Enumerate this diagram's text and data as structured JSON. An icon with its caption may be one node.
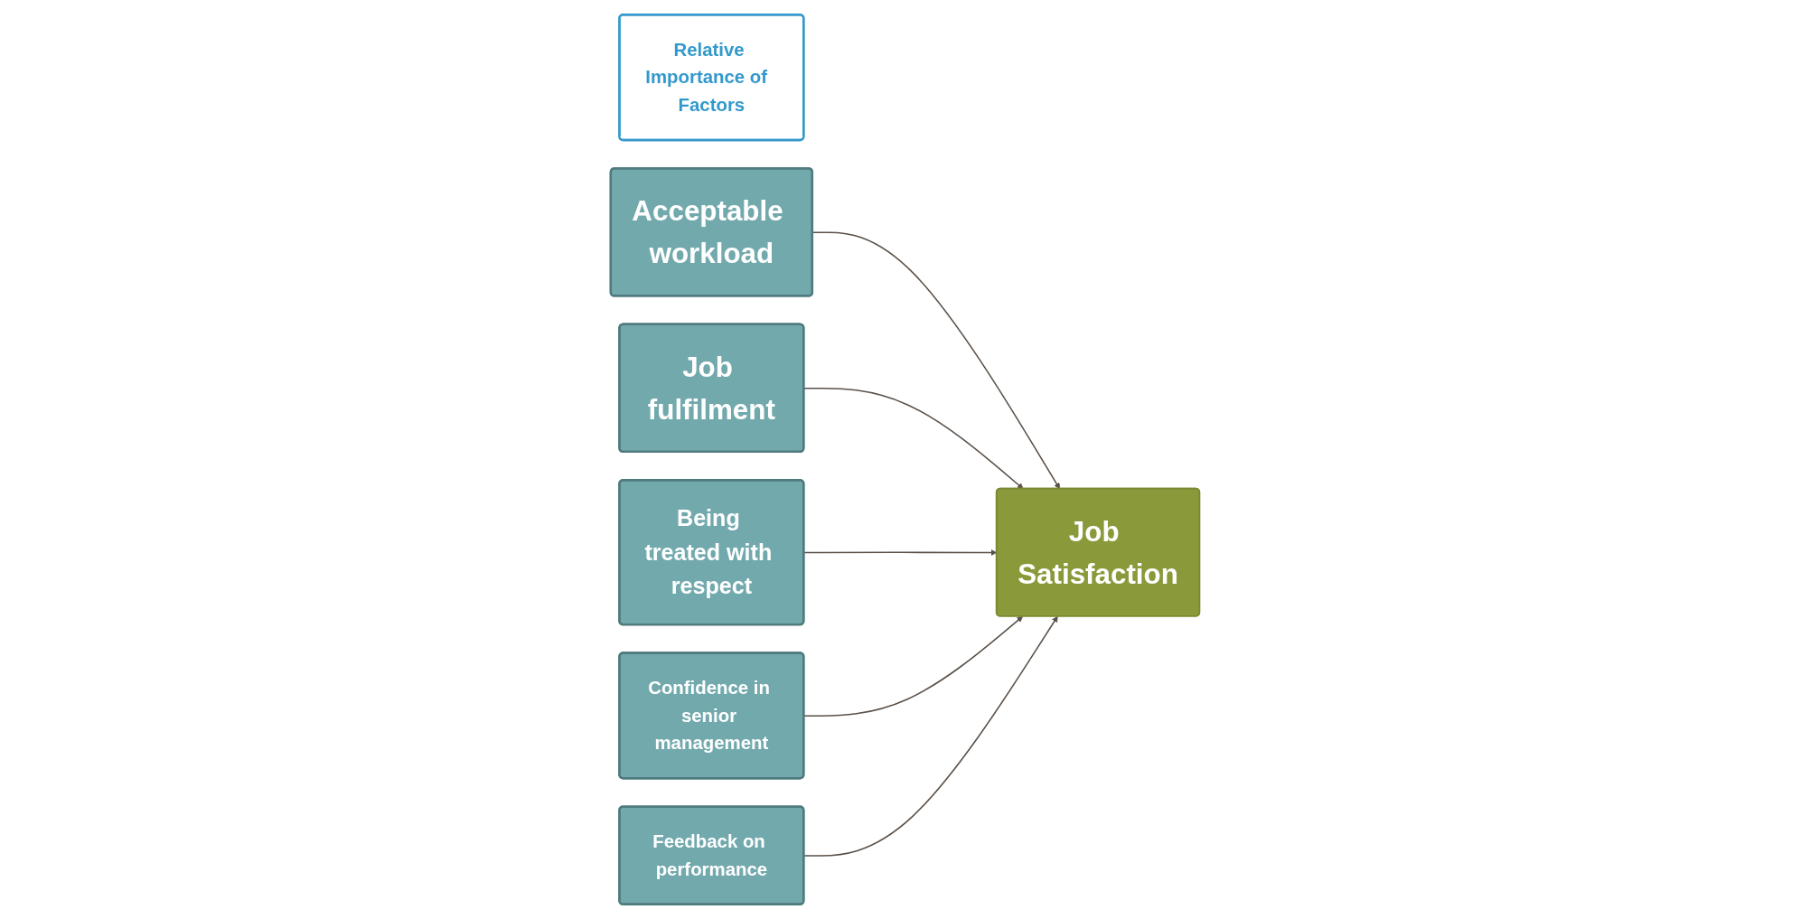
{
  "diagram": {
    "nodes": [
      {
        "text": [
          "Relative Importance of  Factors"
        ]
      },
      {
        "text": [
          "Acceptable workload"
        ]
      },
      {
        "text": [
          "Job fulfilment"
        ]
      },
      {
        "text": [
          "Being treated with respect"
        ]
      },
      {
        "text": [
          "Confidence in senior management"
        ]
      },
      {
        "text": [
          "Feedback on performance"
        ]
      },
      {
        "text": [
          "Job Satisfaction"
        ]
      }
    ],
    "edges": [
      {
        "from": 1,
        "to": 6,
        "arrow": "to"
      },
      {
        "from": 2,
        "to": 6,
        "arrow": "to"
      },
      {
        "from": 3,
        "to": 6,
        "arrow": "to"
      },
      {
        "from": 4,
        "to": 6,
        "arrow": "to"
      },
      {
        "from": 5,
        "to": 6,
        "arrow": "to"
      }
    ]
  }
}
